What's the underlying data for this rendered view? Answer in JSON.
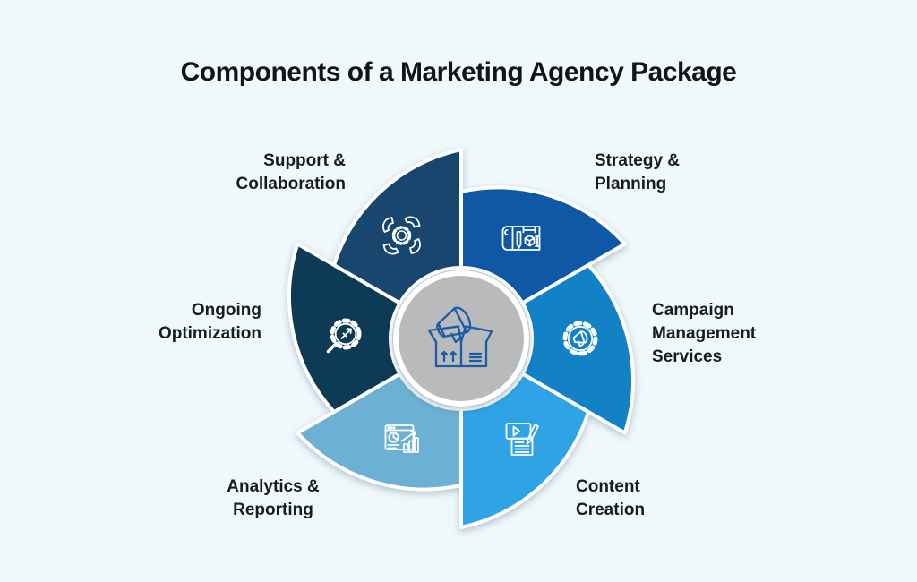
{
  "title": "Components of a Marketing Agency Package",
  "colors": {
    "background": "#eff8fb",
    "title_text": "#111418",
    "label_text": "#191c1f",
    "center_circle_fill": "#b9babc",
    "center_circle_ring": "#ffffff",
    "center_icon_stroke": "#1b5ca3",
    "segment_icon_stroke": "#ffffff"
  },
  "center": {
    "icon": "megaphone-in-box-icon"
  },
  "segments": [
    {
      "id": "strategy-planning",
      "lines": [
        "Strategy &",
        "Planning"
      ],
      "color": "#0e58a5",
      "icon": "blueprint-planning-icon"
    },
    {
      "id": "campaign-management",
      "lines": [
        "Campaign",
        "Management",
        "Services"
      ],
      "color": "#1381c6",
      "icon": "gear-megaphone-icon"
    },
    {
      "id": "content-creation",
      "lines": [
        "Content",
        "Creation"
      ],
      "color": "#2fa3e6",
      "icon": "video-document-pencil-icon"
    },
    {
      "id": "analytics-reporting",
      "lines": [
        "Analytics &",
        "Reporting"
      ],
      "color": "#6cb0d4",
      "icon": "dashboard-charts-icon"
    },
    {
      "id": "ongoing-optimization",
      "lines": [
        "Ongoing",
        "Optimization"
      ],
      "color": "#0d3a55",
      "icon": "gear-magnifier-icon"
    },
    {
      "id": "support-collaboration",
      "lines": [
        "Support &",
        "Collaboration"
      ],
      "color": "#18466f",
      "icon": "hands-around-gear-icon"
    }
  ]
}
